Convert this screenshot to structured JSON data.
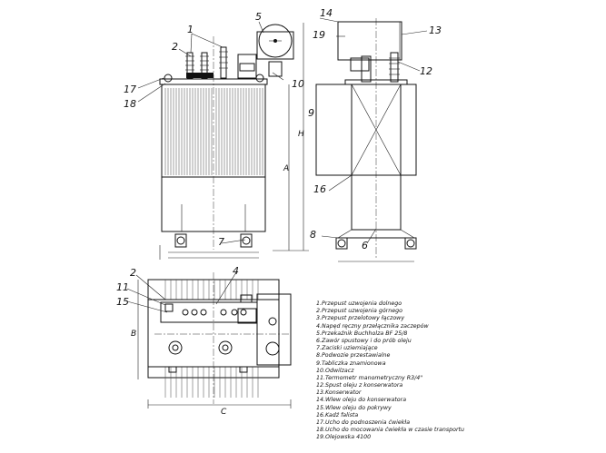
{
  "callouts": {
    "c1": "1",
    "c2": "2",
    "c5": "5",
    "c10": "10",
    "c17": "17",
    "c18": "18",
    "c7": "7",
    "c14": "14",
    "c13": "13",
    "c19": "19",
    "c12": "12",
    "c9": "9",
    "c16": "16",
    "c8": "8",
    "c6": "6",
    "plan_c2": "2",
    "plan_c4": "4",
    "plan_c11": "11",
    "plan_c15": "15"
  },
  "dimensions": {
    "H": "H",
    "A": "A",
    "B": "B",
    "C": "C"
  },
  "legend": [
    "1.Przepust uzwojenia dolnego",
    "2.Przepust uzwojenia górnego",
    "3.Przepust przelotowy łączowy",
    "4.Napęd ręczny przełącznika zaczepów",
    "5.Przekaźnik Buchholza BF 25/8",
    "6.Zawór spustowy i do prób oleju",
    "7.Zaciski uziemiające",
    "8.Podwozie przestawialne",
    "9.Tabliczka znamionowa",
    "10.Odwilzacz",
    "11.Termometr manometryczny R3/4\"",
    "12.Spust oleju z konserwatora",
    "13.Konserwator",
    "14.Wlew oleju do konserwatora",
    "15.Wlew oleju do pokrywy",
    "16.Kadź falista",
    "17.Ucho do podnoszenia ćwiekła",
    "18.Ucho do mocowania ćwiekła w czasie transportu",
    "19.Olejowska 4100"
  ]
}
